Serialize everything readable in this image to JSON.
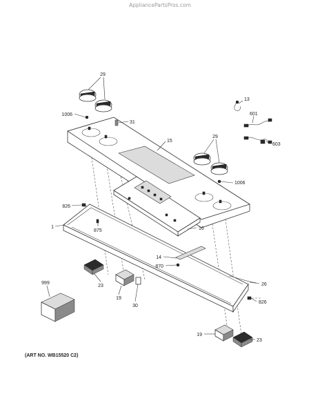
{
  "watermark": "AppliancePartsPros.com",
  "art_number": "(ART NO. WB15520 C2)",
  "labels": {
    "knob_top_left": "29",
    "screw_top_left": "1006",
    "switch_top": "31",
    "panel": "15",
    "knob_right": "29",
    "screw_right": "1006",
    "sensor_13": "13",
    "harness_601": "601",
    "harness_603": "603",
    "clip_826_left": "826",
    "frame": "1",
    "screw_875": "875",
    "control_board": "16",
    "bracket_14": "14",
    "screw_870": "870",
    "wire_26": "26",
    "clip_826_right": "826",
    "kit_999": "999",
    "switch_23_left": "23",
    "switch_19_left": "19",
    "connector_30": "30",
    "switch_19_right": "19",
    "switch_23_right": "23"
  }
}
